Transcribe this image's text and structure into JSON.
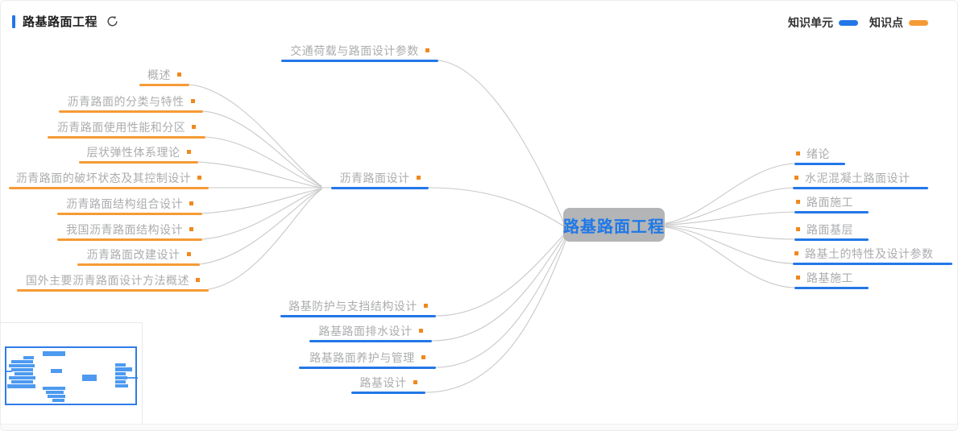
{
  "header": {
    "title": "路基路面工程"
  },
  "legend": {
    "unit_label": "知识单元",
    "point_label": "知识点",
    "unit_color": "#2377E8",
    "point_color": "#F59B35"
  },
  "center": {
    "label": "路基路面工程"
  },
  "mindmap": {
    "top_unit": {
      "label": "交通荷载与路面设计参数"
    },
    "asphalt_unit": {
      "label": "沥青路面设计"
    },
    "left_points": [
      {
        "label": "概述"
      },
      {
        "label": "沥青路面的分类与特性"
      },
      {
        "label": "沥青路面使用性能和分区"
      },
      {
        "label": "层状弹性体系理论"
      },
      {
        "label": "沥青路面的破坏状态及其控制设计"
      },
      {
        "label": "沥青路面结构组合设计"
      },
      {
        "label": "我国沥青路面结构设计"
      },
      {
        "label": "沥青路面改建设计"
      },
      {
        "label": "国外主要沥青路面设计方法概述"
      }
    ],
    "bottom_units": [
      {
        "label": "路基防护与支挡结构设计"
      },
      {
        "label": "路基路面排水设计"
      },
      {
        "label": "路基路面养护与管理"
      },
      {
        "label": "路基设计"
      }
    ],
    "right_units": [
      {
        "label": "绪论"
      },
      {
        "label": "水泥混凝土路面设计"
      },
      {
        "label": "路面施工"
      },
      {
        "label": "路面基层"
      },
      {
        "label": "路基土的特性及设计参数"
      },
      {
        "label": "路基施工"
      }
    ]
  },
  "colors": {
    "center_node_bg": "#B4B5B7",
    "center_node_text": "#1E78E8",
    "item_text": "#ABACAE",
    "wire": "#C8C8C8",
    "bullet": "#F0891E",
    "minimap_bar": "#4D9AF0",
    "minimap_viewport_border": "#2F7BE8"
  }
}
